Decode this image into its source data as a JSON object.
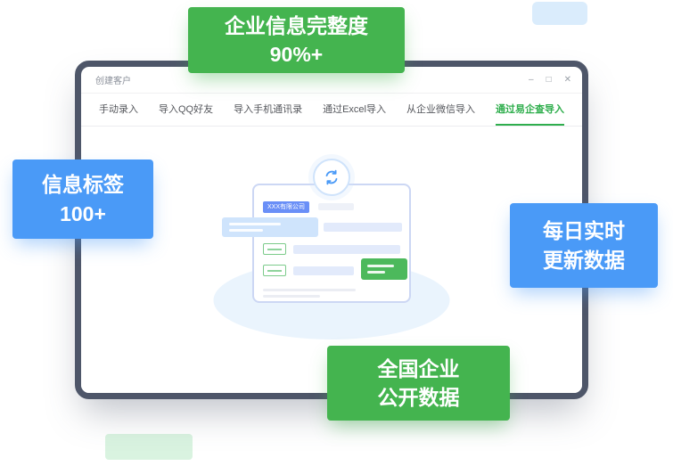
{
  "colors": {
    "badge_green": "#44b44f",
    "badge_blue": "#4a9af7",
    "window_border": "#4e5669",
    "active_tab_green": "#2fae4d",
    "accent_blue": "#4a9af7",
    "decor_top_right": "#daecfc",
    "decor_bottom_left": "#d9f3e0"
  },
  "badges": {
    "top": {
      "line1": "企业信息完整度",
      "line2": "90%+"
    },
    "left": {
      "line1": "信息标签",
      "line2": "100+"
    },
    "right": {
      "line1": "每日实时",
      "line2": "更新数据"
    },
    "bottom": {
      "line1": "全国企业",
      "line2": "公开数据"
    }
  },
  "window": {
    "title": "创建客户",
    "controls": {
      "minimize": "–",
      "maximize": "□",
      "close": "✕"
    },
    "tabs": [
      {
        "label": "手动录入"
      },
      {
        "label": "导入QQ好友"
      },
      {
        "label": "导入手机通讯录"
      },
      {
        "label": "通过Excel导入"
      },
      {
        "label": "从企业微信导入"
      },
      {
        "label": "通过易企查导入"
      }
    ],
    "illustration": {
      "company_tag": "XXX有限公司"
    }
  }
}
